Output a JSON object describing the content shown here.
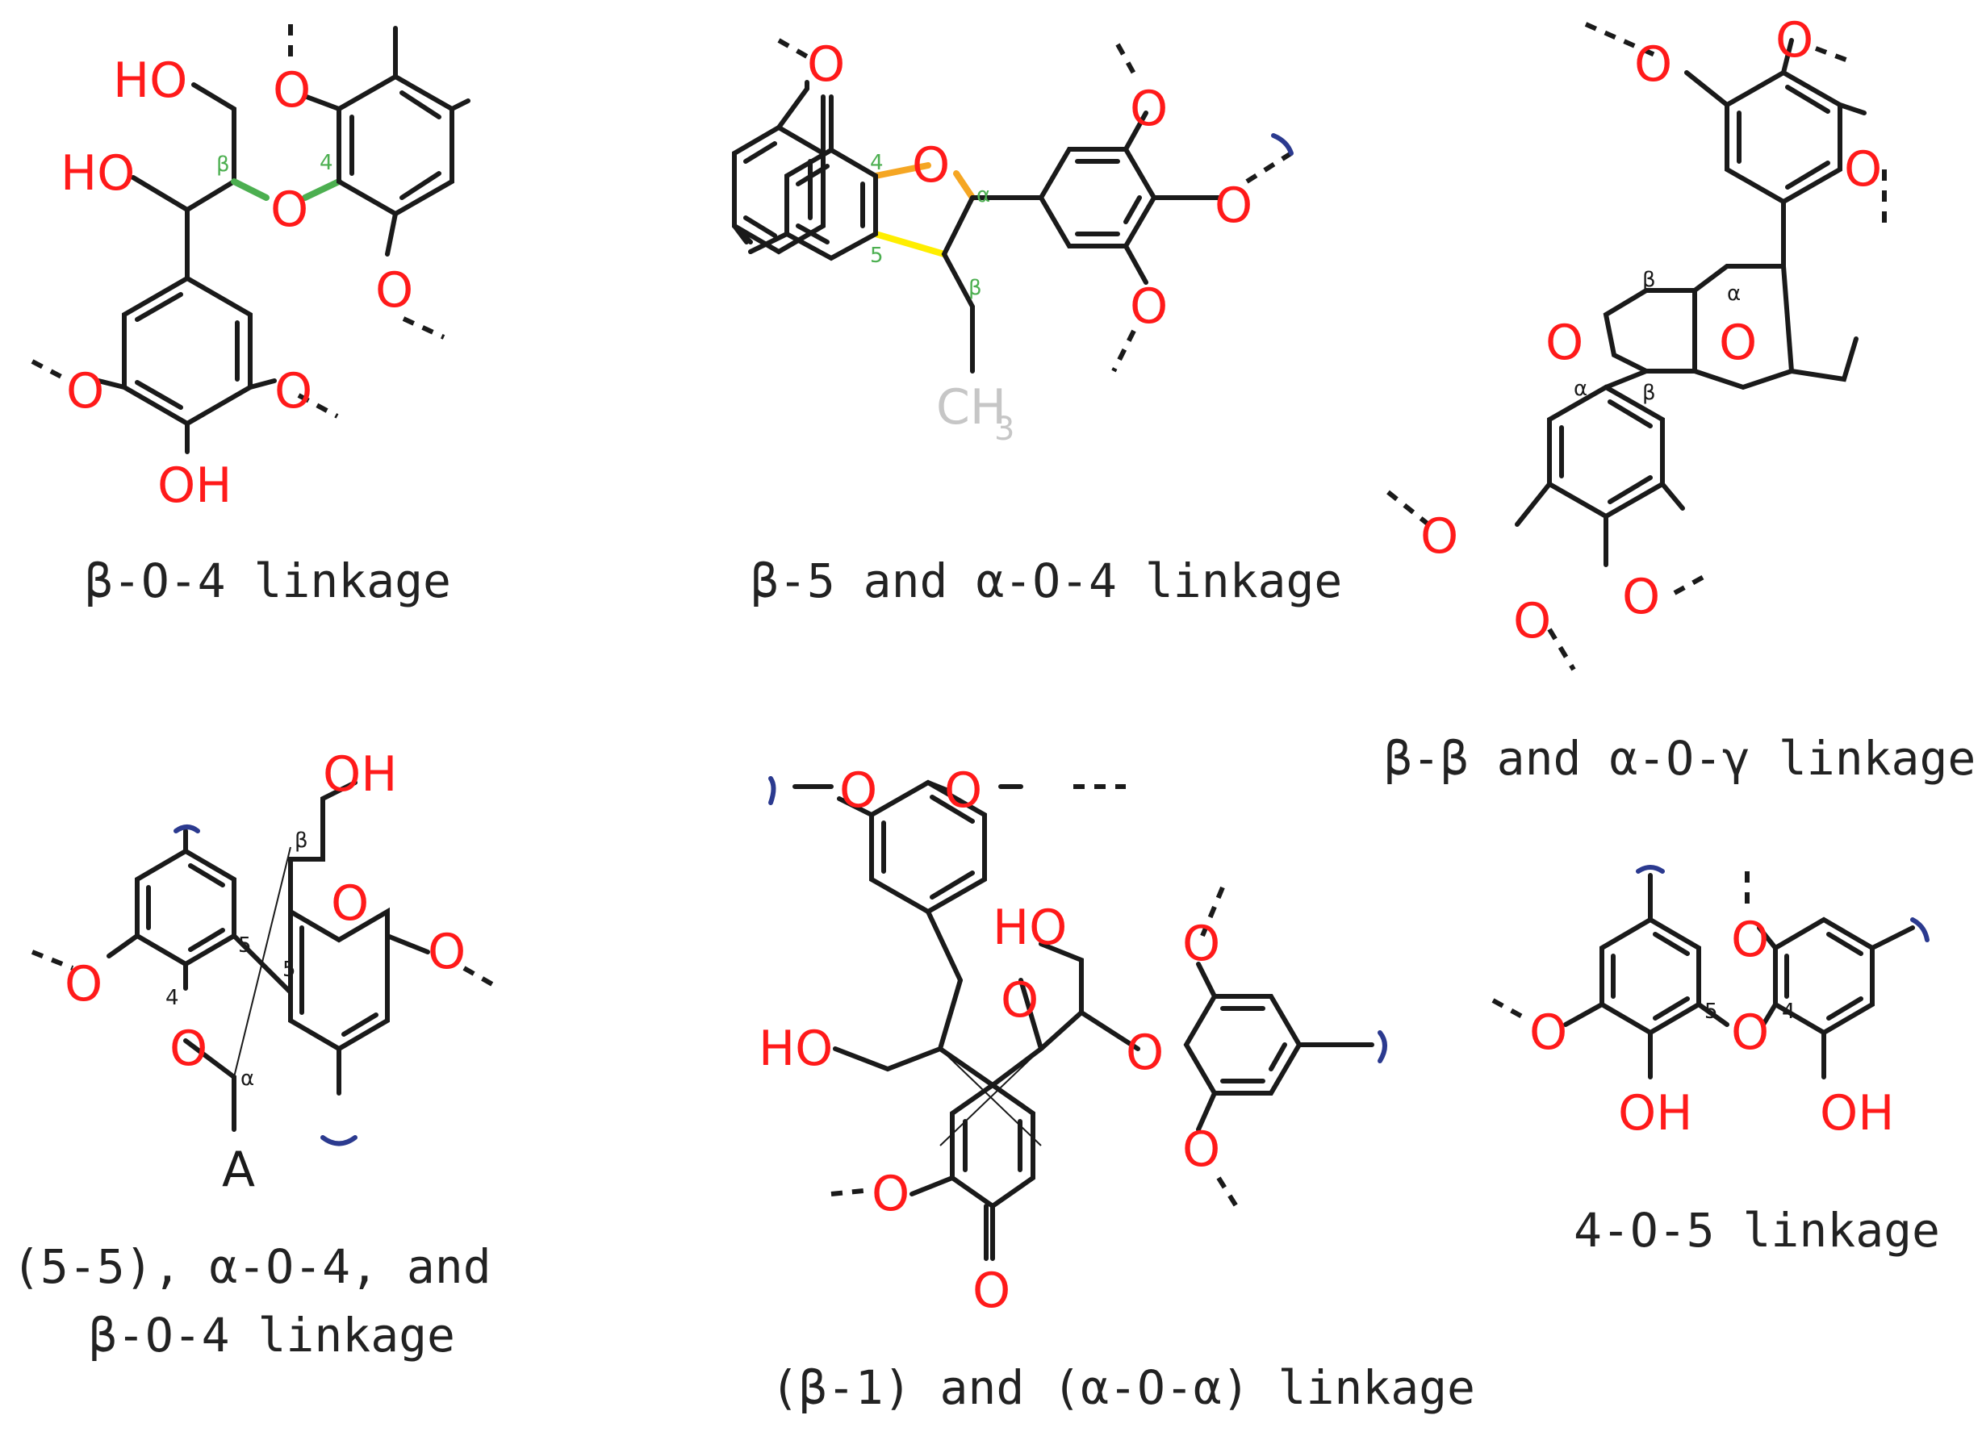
{
  "panels": [
    {
      "caption": "β-O-4 linkage",
      "atom_labels": [
        "HO",
        "HO",
        "O",
        "O",
        "O",
        "O",
        "O",
        "OH"
      ],
      "position_labels": [
        "β",
        "4"
      ]
    },
    {
      "caption": "β-5 and α-O-4 linkage",
      "atom_labels": [
        "O",
        "O",
        "O",
        "O",
        "O",
        "CH",
        "3"
      ],
      "position_labels": [
        "4",
        "α",
        "5",
        "β"
      ]
    },
    {
      "caption": "β-β and α-O-γ linkage",
      "atom_labels": [
        "O",
        "O",
        "O",
        "O",
        "O",
        "O",
        "O",
        "O"
      ],
      "position_labels": [
        "β",
        "α",
        "α",
        "β"
      ]
    },
    {
      "caption_lines": [
        "(5-5), α-O-4, and",
        "β-O-4 linkage"
      ],
      "atom_labels": [
        "OH",
        "O",
        "O",
        "O",
        "O",
        "A"
      ],
      "position_labels": [
        "β",
        "5",
        "5",
        "4",
        "α"
      ]
    },
    {
      "caption": "(β-1) and (α-O-α) linkage",
      "atom_labels": [
        "O",
        "O",
        "HO",
        "O",
        "HO",
        "O",
        "O",
        "O",
        "O",
        "O"
      ]
    },
    {
      "caption": "4-O-5 linkage",
      "atom_labels": [
        "O",
        "O",
        "O",
        "OH",
        "OH"
      ],
      "position_labels": [
        "5",
        "4"
      ]
    }
  ],
  "colors": {
    "heteroatom": "#ff1a1a",
    "bond": "#1a1a1a",
    "beta_O_4_highlight": "#4caf50",
    "alpha_O_4_highlight": "#f5a623",
    "beta_5_highlight": "#ffee00",
    "chain_cap": "#2b3a8f",
    "faded": "#c6c6c6"
  }
}
